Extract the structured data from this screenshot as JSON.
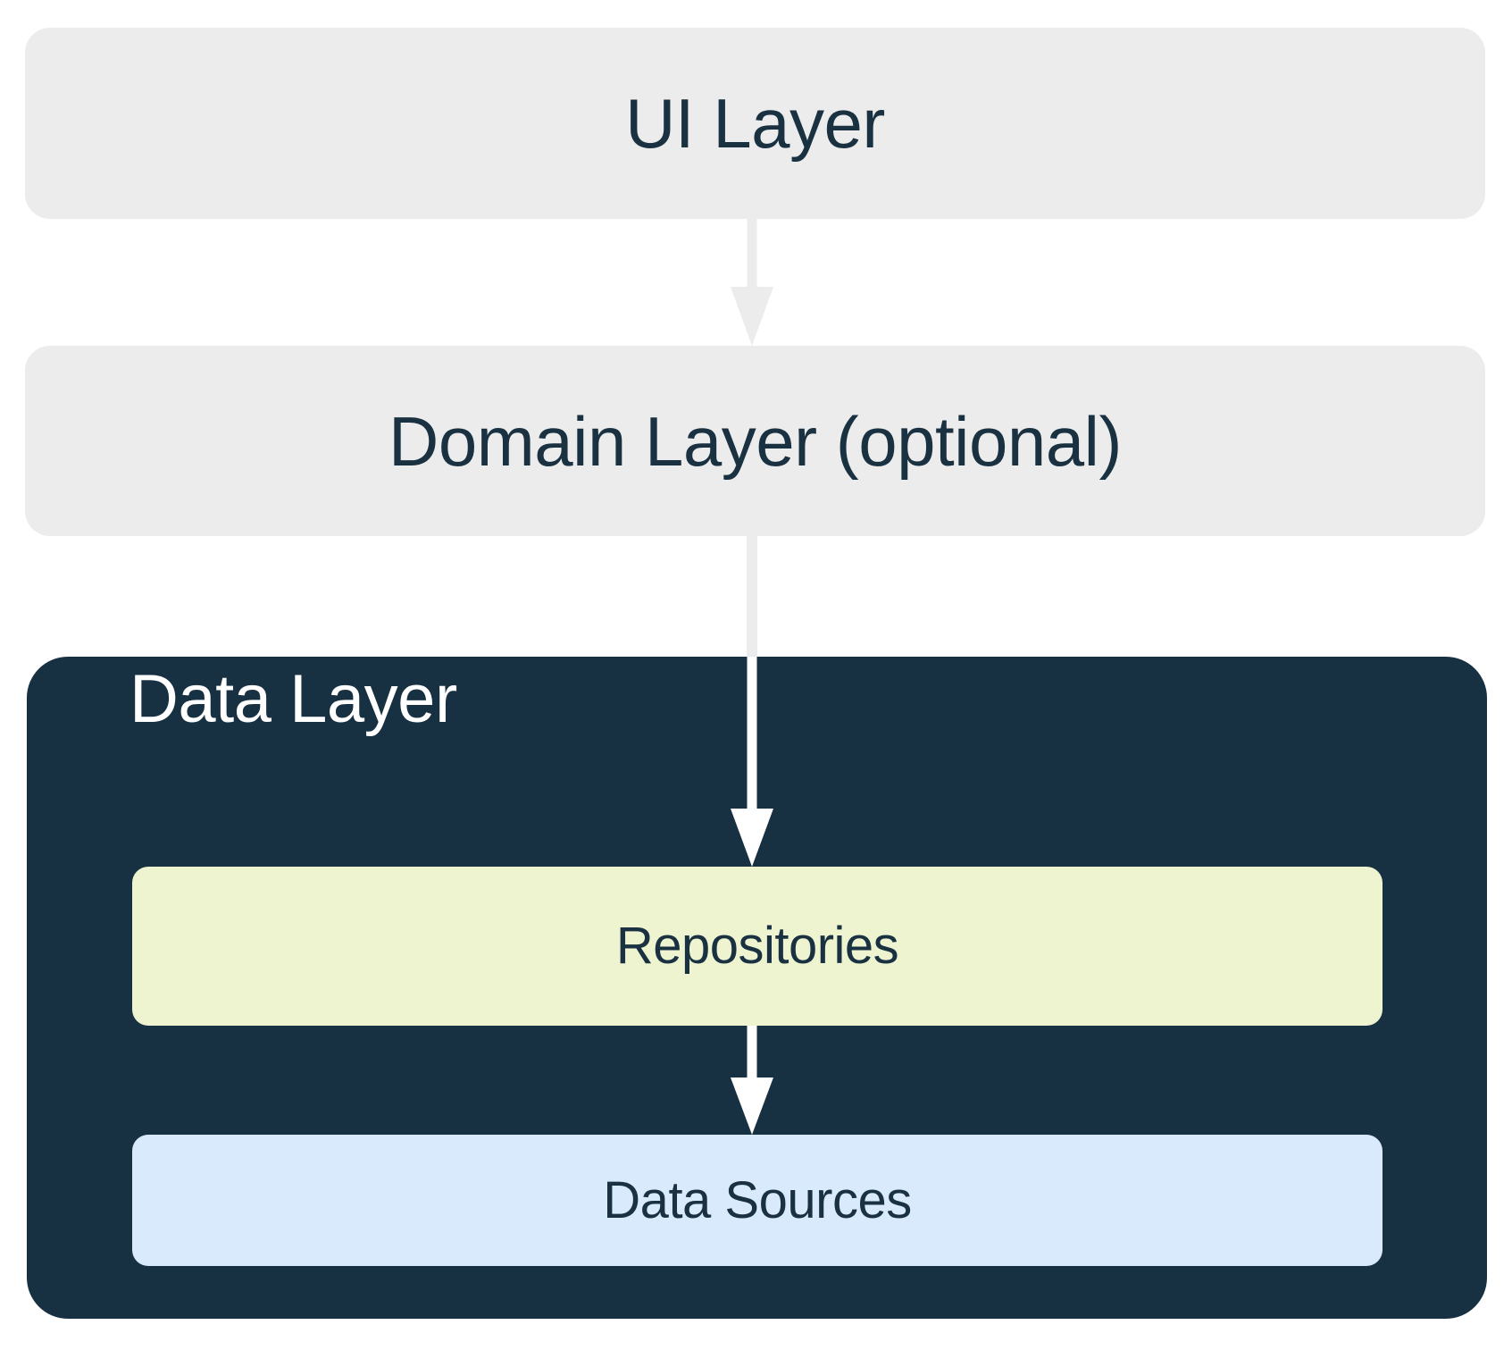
{
  "diagram": {
    "title": "Android app architecture layers",
    "type": "layered-architecture-diagram",
    "background_color": "#ffffff",
    "layers": [
      {
        "id": "ui",
        "label": "UI Layer",
        "fill_color": "#ececec",
        "text_color": "#1a3142"
      },
      {
        "id": "domain",
        "label": "Domain Layer (optional)",
        "fill_color": "#ececec",
        "text_color": "#1a3142"
      },
      {
        "id": "data",
        "label": "Data Layer",
        "fill_color": "#173042",
        "text_color": "#ffffff",
        "children": [
          {
            "id": "repositories",
            "label": "Repositories",
            "fill_color": "#eef4d0",
            "text_color": "#1a3142"
          },
          {
            "id": "data-sources",
            "label": "Data Sources",
            "fill_color": "#d9eafc",
            "text_color": "#1a3142"
          }
        ]
      }
    ],
    "arrows": [
      {
        "id": "ui-to-domain",
        "from": "UI Layer",
        "to": "Domain Layer (optional)",
        "color": "#ececec",
        "direction": "down"
      },
      {
        "id": "domain-to-repositories",
        "from": "Domain Layer (optional)",
        "to": "Repositories",
        "color": "#ececec / #ffffff",
        "direction": "down"
      },
      {
        "id": "repositories-to-data-sources",
        "from": "Repositories",
        "to": "Data Sources",
        "color": "#ffffff",
        "direction": "down"
      }
    ]
  }
}
